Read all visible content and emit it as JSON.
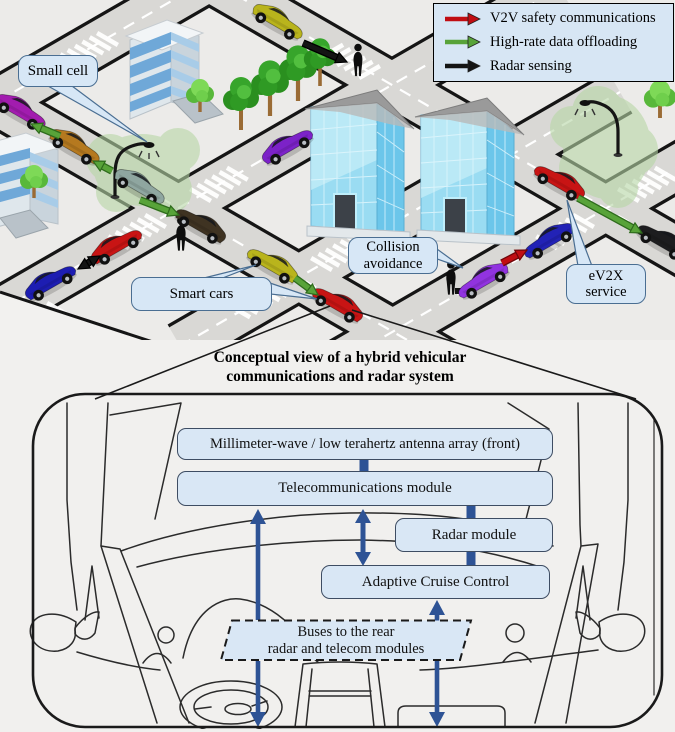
{
  "legend": {
    "items": [
      {
        "label": "V2V safety communications",
        "color": "#c00d12"
      },
      {
        "label": "High-rate data offloading",
        "color": "#58a339"
      },
      {
        "label": "Radar sensing",
        "color": "#141414"
      }
    ]
  },
  "callouts": {
    "small_cell": "Small cell",
    "smart_cars": "Smart cars",
    "collision_line1": "Collision",
    "collision_line2": "avoidance",
    "ev2x_line1": "eV2X",
    "ev2x_line2": "service"
  },
  "diagram": {
    "title_line1": "Conceptual view of a hybrid vehicular",
    "title_line2": "communications and radar system",
    "boxes": {
      "antenna": "Millimeter-wave / low terahertz antenna array (front)",
      "telecom": "Telecommunications module",
      "radar": "Radar module",
      "acc": "Adaptive Cruise Control",
      "buses_line1": "Buses to the rear",
      "buses_line2": "radar and telecom modules"
    }
  },
  "colors": {
    "arrow_blue": "#2e5395",
    "box_fill": "#d9e7f5",
    "bubble_fill": "#d7e7f6",
    "road": "#d9d8d5",
    "arrow_red": "#c00d12",
    "arrow_red_border": "#6d0508",
    "arrow_green": "#58a339",
    "arrow_green_border": "#2e6b1c",
    "arrow_black": "#141414"
  }
}
